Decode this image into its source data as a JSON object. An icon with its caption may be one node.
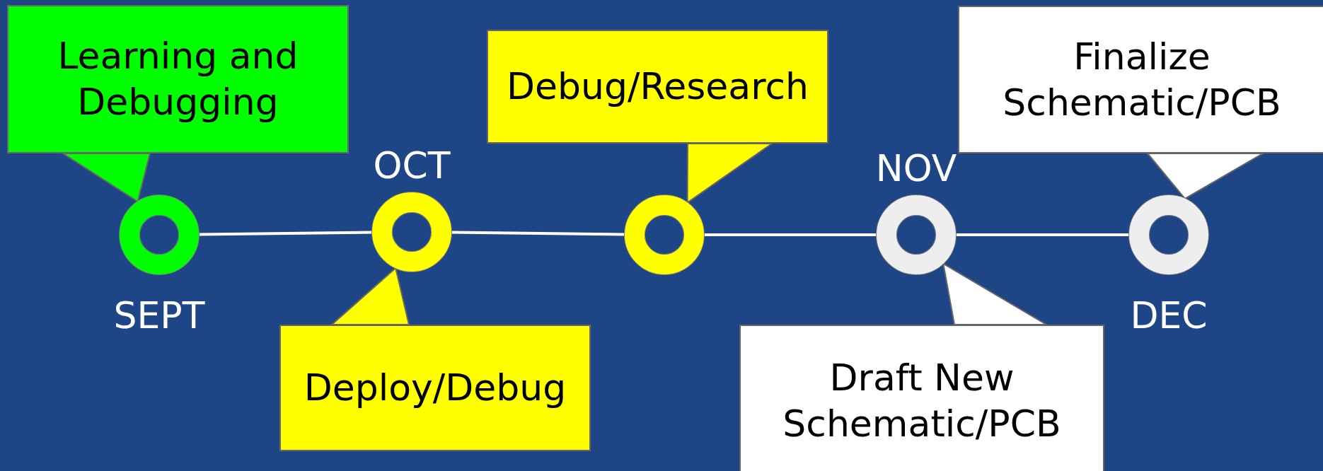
{
  "diagram": {
    "nodes": [
      {
        "text": [
          "Learning and Debugging"
        ]
      },
      {
        "text": [
          "Debug/Research"
        ]
      },
      {
        "text": [
          "Finalize Schematic/PCB"
        ]
      },
      {
        "text": [],
        "shape": "circle",
        "beside": [
          "SEPT"
        ]
      },
      {
        "text": [],
        "shape": "circle",
        "beside": [
          "OCT"
        ]
      },
      {
        "text": [],
        "shape": "circle"
      },
      {
        "text": [],
        "shape": "circle",
        "beside": [
          "NOV"
        ]
      },
      {
        "text": [],
        "shape": "circle",
        "beside": [
          "DEC"
        ]
      },
      {
        "text": [
          "Deploy/Debug"
        ]
      },
      {
        "text": [
          "Draft New Schematic/PCB"
        ]
      }
    ],
    "edges": [
      {
        "from": 3,
        "to": 4,
        "arrow": "none"
      },
      {
        "from": 4,
        "to": 5,
        "arrow": "none"
      },
      {
        "from": 5,
        "to": 6,
        "arrow": "none"
      },
      {
        "from": 6,
        "to": 7,
        "arrow": "none"
      },
      {
        "from": 0,
        "to": 3,
        "arrow": "to"
      },
      {
        "from": 1,
        "to": 5,
        "arrow": "to"
      },
      {
        "from": 2,
        "to": 7,
        "arrow": "to"
      },
      {
        "from": 8,
        "to": 4,
        "arrow": "to"
      },
      {
        "from": 9,
        "to": 6,
        "arrow": "to"
      }
    ]
  }
}
